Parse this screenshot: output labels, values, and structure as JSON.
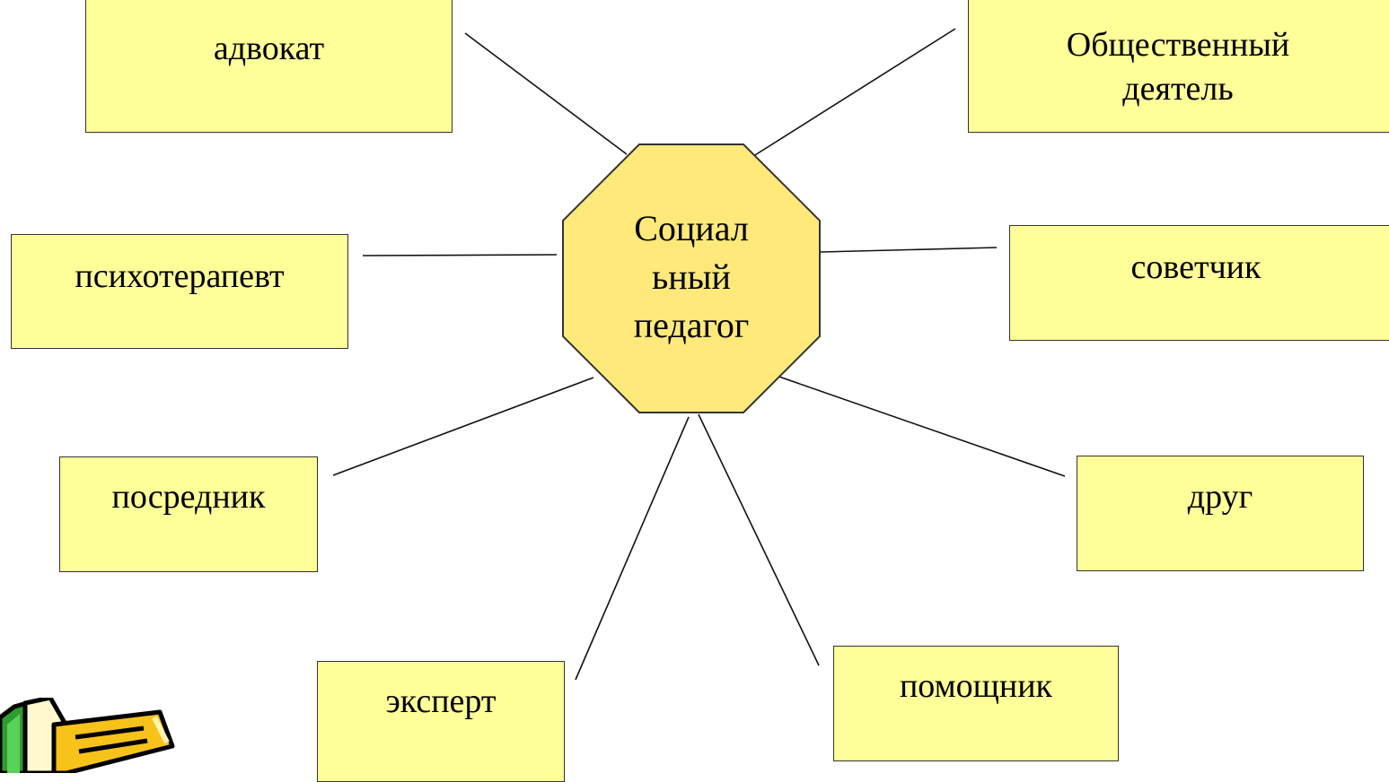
{
  "center": {
    "line1": "Социал",
    "line2": "ьный",
    "line3": "педагог"
  },
  "roles": {
    "advocate": "адвокат",
    "public_figure_line1": "Общественный",
    "public_figure_line2": "деятель",
    "psychotherapist": "психотерапевт",
    "adviser": "советчик",
    "mediator": "посредник",
    "friend": "друг",
    "expert": "эксперт",
    "helper": "помощник"
  },
  "colors": {
    "box_fill": "#ffff99",
    "center_fill": "#ffe97a",
    "stroke": "#333333"
  },
  "icons": {
    "corner_clipart": "pencil-icon"
  }
}
